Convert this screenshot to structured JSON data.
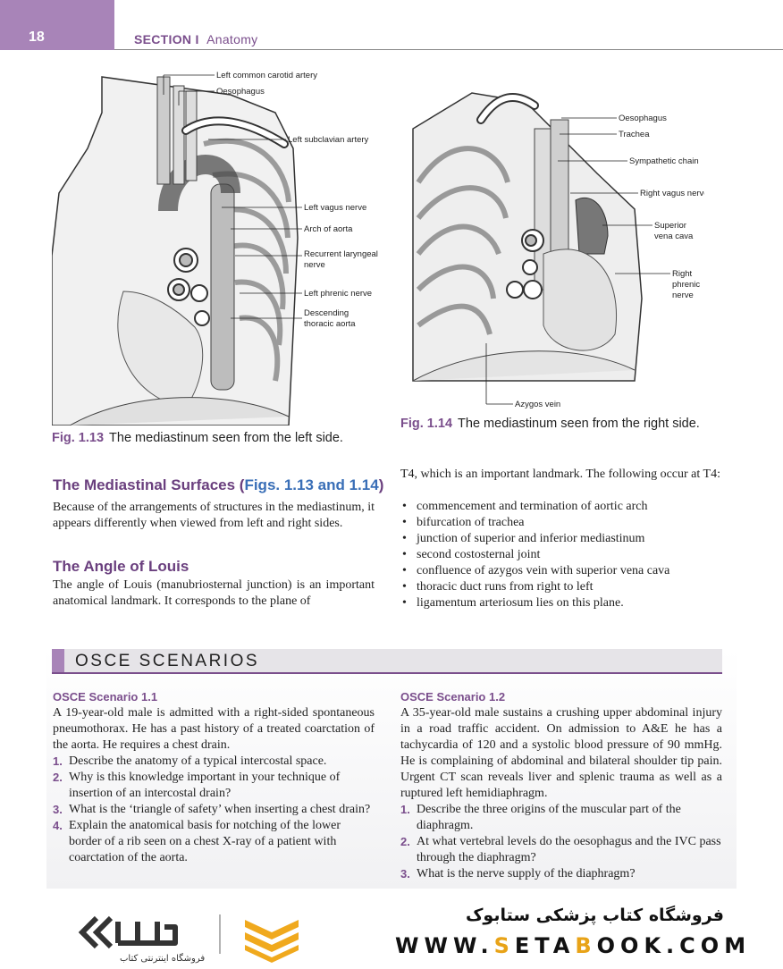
{
  "header": {
    "page_number": "18",
    "section": "SECTION I",
    "section_title": "Anatomy"
  },
  "figure_13": {
    "labels": [
      "Left common carotid artery",
      "Oesophagus",
      "Left subclavian artery",
      "Left vagus nerve",
      "Arch of aorta",
      "Recurrent laryngeal",
      "nerve",
      "Left phrenic nerve",
      "Descending",
      "thoracic aorta"
    ],
    "caption_number": "Fig. 1.13",
    "caption_text": "The mediastinum seen from the left side."
  },
  "figure_14": {
    "labels": [
      "Oesophagus",
      "Trachea",
      "Sympathetic chain",
      "Right vagus nerve",
      "Superior",
      "vena cava",
      "Right",
      "phrenic",
      "nerve",
      "Azygos vein"
    ],
    "caption_number": "Fig. 1.14",
    "caption_text": "The mediastinum seen from the right side."
  },
  "mediastinal_surfaces": {
    "heading": "The Mediastinal Surfaces (",
    "heading_ref": "Figs. 1.13 and 1.14",
    "heading_end": ")",
    "body": "Because of the arrangements of structures in the mediastinum, it appears differently when viewed from left and right sides."
  },
  "angle_of_louis": {
    "heading": "The Angle of Louis",
    "body": "The angle of Louis (manubriosternal junction) is an important anatomical landmark. It corresponds to the plane of",
    "continuation": "T4, which is an important landmark. The following occur at T4:",
    "bullets": [
      "commencement and termination of aortic arch",
      "bifurcation of trachea",
      "junction of superior and inferior mediastinum",
      "second costosternal joint",
      "confluence of azygos vein with superior vena cava",
      "thoracic duct runs from right to left",
      "ligamentum arteriosum lies on this plane."
    ]
  },
  "osce": {
    "title": "OSCE SCENARIOS",
    "scenario_1": {
      "title": "OSCE Scenario 1.1",
      "intro": "A 19-year-old male is admitted with a right-sided spontaneous pneumothorax. He has a past history of a treated coarctation of the aorta. He requires a chest drain.",
      "questions": [
        {
          "n": "1.",
          "text": "Describe the anatomy of a typical intercostal space."
        },
        {
          "n": "2.",
          "text": "Why is this knowledge important in your technique of insertion of an intercostal drain?"
        },
        {
          "n": "3.",
          "text": "What is the ‘triangle of safety’ when inserting a chest drain?"
        },
        {
          "n": "4.",
          "text": "Explain the anatomical basis for notching of the lower border of a rib seen on a chest X-ray of a patient with coarctation of the aorta."
        }
      ]
    },
    "scenario_2": {
      "title": "OSCE Scenario 1.2",
      "intro": "A 35-year-old male sustains a crushing upper abdominal injury in a road traffic accident. On admission to A&E he has a tachycardia of 120 and a systolic blood pressure of 90 mmHg. He is complaining of abdominal and bilateral shoulder tip pain. Urgent CT scan reveals liver and splenic trauma as well as a ruptured left hemidiaphragm.",
      "questions": [
        {
          "n": "1.",
          "text": "Describe the three origins of the muscular part of the diaphragm."
        },
        {
          "n": "2.",
          "text": "At what vertebral levels do the oesophagus and the IVC pass through the diaphragm?"
        },
        {
          "n": "3.",
          "text": "What is the nerve supply of the diaphragm?"
        }
      ]
    }
  },
  "footer": {
    "persian_store": "فروشگاه کتاب پزشکی ستابوک",
    "url_pre": "WWW.",
    "url_s": "S",
    "url_mid1": "ETA",
    "url_b": "B",
    "url_end": "OOK.COM",
    "logo_sub": "فروشگاه اینترنتی کتاب"
  }
}
